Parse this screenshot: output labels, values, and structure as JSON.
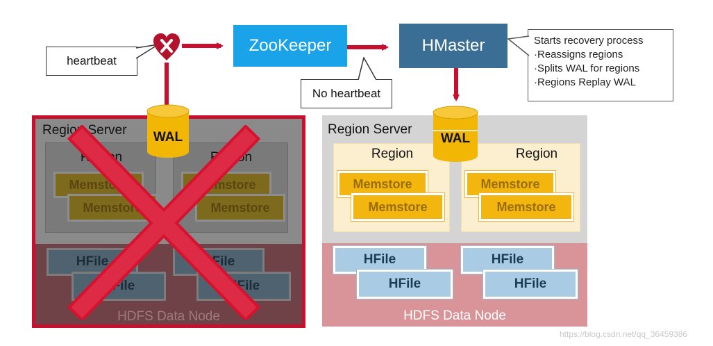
{
  "heartbeat_label": "heartbeat",
  "no_heartbeat_label": "No heartbeat",
  "zookeeper_label": "ZooKeeper",
  "hmaster_label": "HMaster",
  "recovery_note": {
    "title": "Starts recovery process",
    "items": [
      "Reassigns regions",
      "Splits WAL for regions",
      "Regions Replay WAL"
    ]
  },
  "left_server": {
    "title": "Region Server",
    "wal": "WAL",
    "regions": [
      "Region",
      "Region"
    ],
    "memstore": "Memstore",
    "hfile": "HFile",
    "datanode": "HDFS Data Node"
  },
  "right_server": {
    "title": "Region Server",
    "wal": "WAL",
    "regions": [
      "Region",
      "Region"
    ],
    "memstore": "Memstore",
    "hfile": "HFile",
    "datanode": "HDFS Data Node"
  },
  "watermark": "https://blog.csdn.net/qq_36459386",
  "colors": {
    "arrow": "#c8102e",
    "zookeeper": "#1aa3e8",
    "hmaster": "#3a6e95",
    "wal": "#f2b705",
    "memstore": "#f3b60e",
    "hfile": "#a9cbe3",
    "region": "#fbefcf",
    "datanode": "#d9949a",
    "cross": "#c8102e"
  }
}
